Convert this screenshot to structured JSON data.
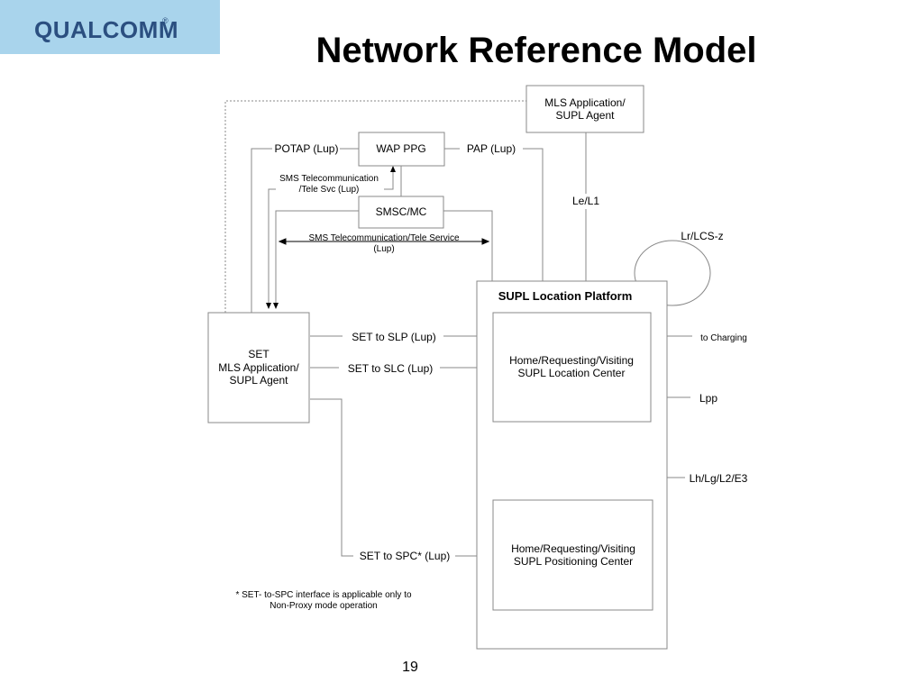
{
  "logo": {
    "text": "QUALCOMM",
    "registered_mark": "®",
    "band_color": "#a9d4ec",
    "text_color": "#2b4f80"
  },
  "title": "Network Reference Model",
  "page_number": "19",
  "diagram": {
    "nodes": {
      "mls_top": {
        "lines": [
          "MLS Application/",
          "SUPL Agent"
        ]
      },
      "wap_ppg": {
        "lines": [
          "WAP PPG"
        ]
      },
      "smsc": {
        "lines": [
          "SMSC/MC"
        ]
      },
      "set": {
        "lines": [
          "SET",
          "MLS Application/",
          "SUPL Agent"
        ]
      },
      "slp": {
        "title": "SUPL Location Platform"
      },
      "slc": {
        "lines": [
          "Home/Requesting/Visiting",
          "SUPL Location Center"
        ]
      },
      "spc": {
        "lines": [
          "Home/Requesting/Visiting",
          "SUPL Positioning Center"
        ]
      }
    },
    "labels": {
      "potap": "POTAP (Lup)",
      "pap": "PAP (Lup)",
      "sms_tele_1": "SMS Telecommunication",
      "sms_tele_2": "/Tele Svc (Lup)",
      "le_l1": "Le/L1",
      "lr_lcs_z": "Lr/LCS-z",
      "sms_service_1": "SMS Telecommunication/Tele Service",
      "sms_service_2": "(Lup)",
      "set_to_slp": "SET to SLP (Lup)",
      "set_to_slc": "SET to SLC (Lup)",
      "to_charging": "to Charging",
      "lpp": "Lpp",
      "lh": "Lh/Lg/L2/E3",
      "set_to_spc": "SET to SPC* (Lup)",
      "footnote_1": "* SET- to-SPC interface is applicable only to",
      "footnote_2": "Non-Proxy mode operation"
    }
  }
}
